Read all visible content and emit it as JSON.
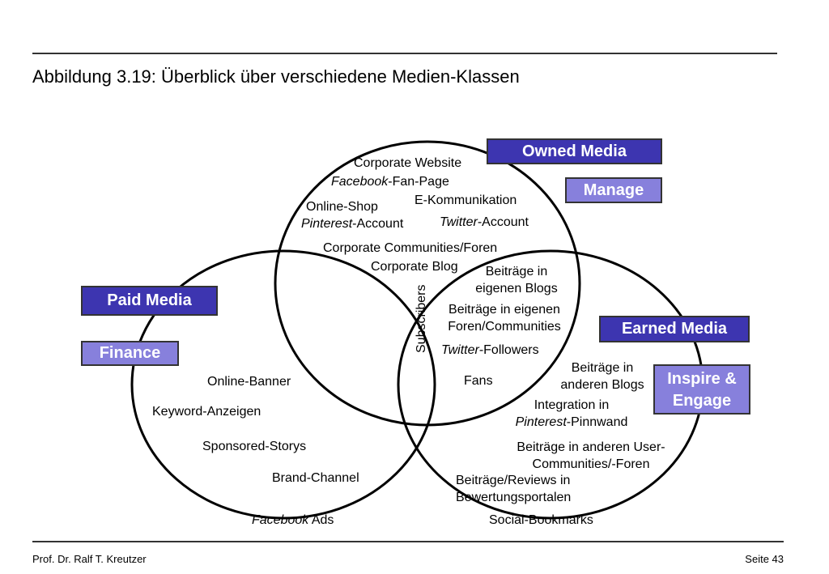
{
  "title": "Abbildung 3.19: Überblick über verschiedene Medien-Klassen",
  "boxes": {
    "owned_media": "Owned Media",
    "manage": "Manage",
    "paid_media": "Paid Media",
    "finance": "Finance",
    "earned_media": "Earned Media",
    "inspire_line1": "Inspire &",
    "inspire_line2": "Engage"
  },
  "owned": {
    "corporate_website": "Corporate Website",
    "facebook_fan_page_italic": "Facebook",
    "facebook_fan_page_rest": "-Fan-Page",
    "e_kommunikation": "E-Kommunikation",
    "online_shop": "Online-Shop",
    "pinterest_account_italic": "Pinterest",
    "pinterest_account_rest": "-Account",
    "twitter_account_italic": "Twitter",
    "twitter_account_rest": "-Account",
    "corporate_communities": "Corporate Communities/Foren",
    "corporate_blog": "Corporate Blog"
  },
  "owned_earned": {
    "beitraege_blogs_line1": "Beiträge in",
    "beitraege_blogs_line2": "eigenen Blogs",
    "beitraege_foren_line1": "Beiträge in eigenen",
    "beitraege_foren_line2": "Foren/Communities",
    "twitter_followers_italic": "Twitter",
    "twitter_followers_rest": "-Followers"
  },
  "center": {
    "subscribers": "Subscribers",
    "fans": "Fans"
  },
  "paid": {
    "online_banner": "Online-Banner",
    "keyword_anzeigen": "Keyword-Anzeigen",
    "sponsored_storys": "Sponsored-Storys",
    "brand_channel": "Brand-Channel",
    "facebook_ads_italic": "Facebook",
    "facebook_ads_rest": " Ads"
  },
  "earned": {
    "anderen_blogs_line1": "Beiträge in",
    "anderen_blogs_line2": "anderen Blogs",
    "integration_line1": "Integration in",
    "integration_line2_italic": "Pinterest",
    "integration_line2_rest": "-Pinnwand",
    "user_communities_line1": "Beiträge in anderen User-",
    "user_communities_line2": "Communities/-Foren",
    "reviews_line1": "Beiträge/Reviews in",
    "reviews_line2": "Bewertungsportalen",
    "social_bookmarks": "Social-Bookmarks"
  },
  "footer": {
    "author": "Prof. Dr. Ralf T. Kreutzer",
    "page": "Seite 43"
  },
  "colors": {
    "dark_box": "#3d35b0",
    "light_box": "#8780dc"
  }
}
